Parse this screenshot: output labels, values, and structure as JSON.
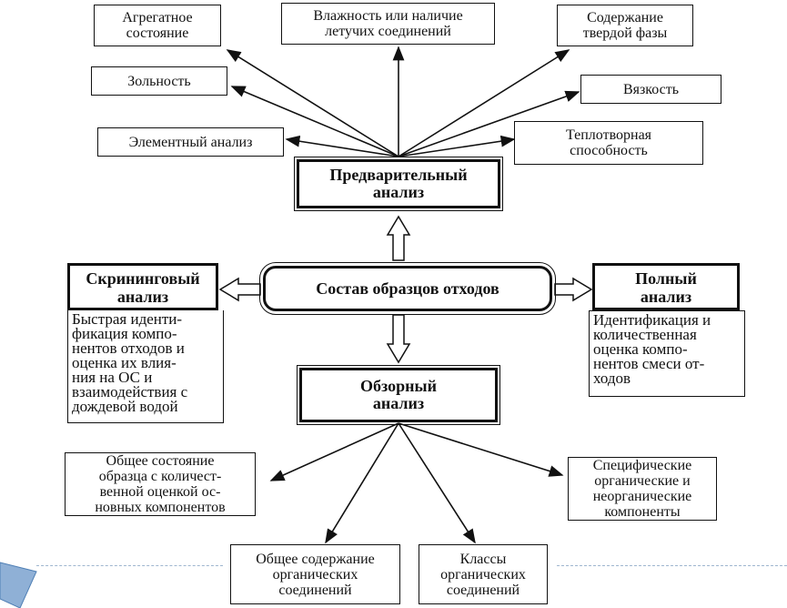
{
  "preliminary": {
    "title": "Предварительный\nанализ",
    "outputs": [
      "Агрегатное\nсостояние",
      "Влажность или наличие\nлетучих соединений",
      "Содержание\nтвердой фазы",
      "Зольность",
      "Вязкость",
      "Элементный анализ",
      "Теплотворная\nспособность"
    ]
  },
  "center": {
    "label": "Состав образцов отходов"
  },
  "screening": {
    "title": "Скрининговый\nанализ",
    "description": "Быстрая иденти-\nфикация компо-\nнентов отходов и\nоценка их влия-\nния на ОС и\nвзаимодействия с\nдождевой водой"
  },
  "full": {
    "title": "Полный\nанализ",
    "description": "Идентификация и\nколичественная\nоценка компо-\nнентов смеси от-\nходов"
  },
  "review": {
    "title": "Обзорный\nанализ",
    "outputs": [
      "Общее состояние\nобразца с количест-\nвенной оценкой ос-\nновных компонентов",
      "Специфические\nорганические и\nнеорганические\nкомпоненты",
      "Общее содержание\nорганических\nсоединений",
      "Классы\nорганических\nсоединений"
    ]
  },
  "colors": {
    "ink": "#111111",
    "deco_blue": "#9fb6cf"
  }
}
